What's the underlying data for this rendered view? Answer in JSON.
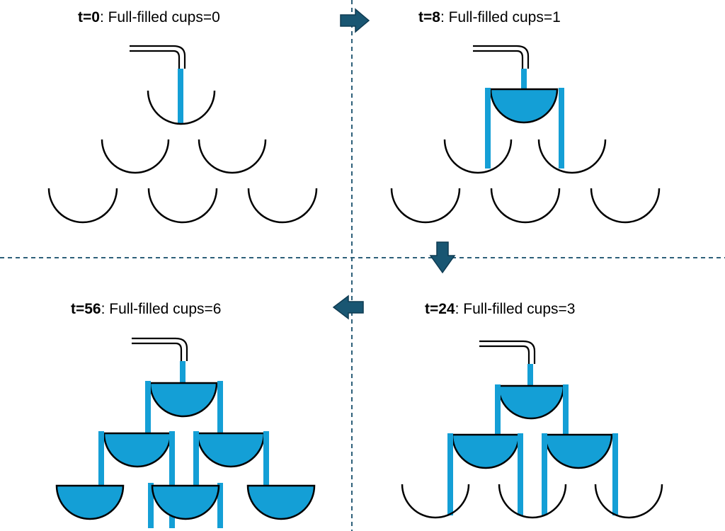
{
  "colors": {
    "water": "#149FD6",
    "arrow": "#195672",
    "arrow_stroke": "#0f3b52",
    "divider": "#2d5f79",
    "cup": "#000000"
  },
  "panels": [
    {
      "id": "t0",
      "time_label": "t=0",
      "caption": ": Full-filled cups=0",
      "full_cups": 0
    },
    {
      "id": "t8",
      "time_label": "t=8",
      "caption": ": Full-filled cups=1",
      "full_cups": 1
    },
    {
      "id": "t24",
      "time_label": "t=24",
      "caption": ": Full-filled cups=3",
      "full_cups": 3
    },
    {
      "id": "t56",
      "time_label": "t=56",
      "caption": ": Full-filled cups=6",
      "full_cups": 6
    }
  ]
}
